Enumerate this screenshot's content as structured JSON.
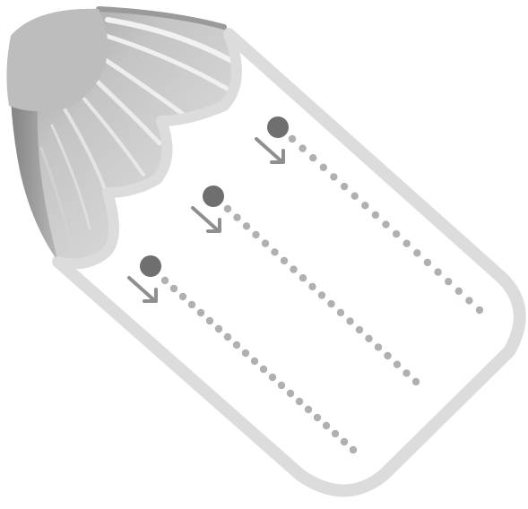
{
  "illustration": {
    "subject": "tape-strip-icon",
    "colors": {
      "background": "#ffffff",
      "strip_fill": "#ffffff",
      "strip_outline": "#dcdcdc",
      "gather_dark": "#8c8c8c",
      "gather_mid": "#b4b4b4",
      "gather_light": "#e6e6e6",
      "gather_highlight": "#f4f4f4",
      "dot": "#6f6f6f",
      "arrow": "#8f8f8f",
      "dotted_line": "#b0b0b0"
    },
    "guides": [
      {
        "name": "guide-line-1",
        "dots": 19
      },
      {
        "name": "guide-line-2",
        "dots": 21
      },
      {
        "name": "guide-line-3",
        "dots": 22
      }
    ]
  }
}
